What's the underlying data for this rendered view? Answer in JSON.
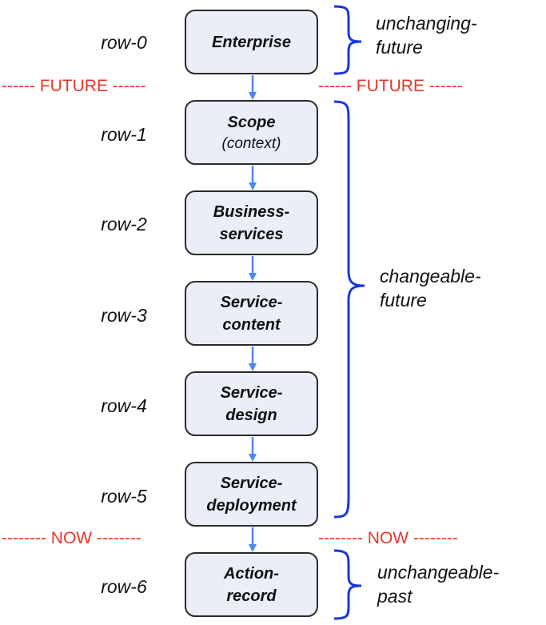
{
  "rows": [
    {
      "label": "row-0",
      "line1": "Enterprise",
      "line2": "",
      "sub": ""
    },
    {
      "label": "row-1",
      "line1": "Scope",
      "line2": "",
      "sub": "(context)"
    },
    {
      "label": "row-2",
      "line1": "Business-",
      "line2": "services",
      "sub": ""
    },
    {
      "label": "row-3",
      "line1": "Service-",
      "line2": "content",
      "sub": ""
    },
    {
      "label": "row-4",
      "line1": "Service-",
      "line2": "design",
      "sub": ""
    },
    {
      "label": "row-5",
      "line1": "Service-",
      "line2": "deployment",
      "sub": ""
    },
    {
      "label": "row-6",
      "line1": "Action-",
      "line2": "record",
      "sub": ""
    }
  ],
  "markers": {
    "future": {
      "left": "------ FUTURE ------",
      "right": "------ FUTURE ------"
    },
    "now": {
      "left": "-------- NOW --------",
      "right": "-------- NOW --------"
    }
  },
  "braces": {
    "top": {
      "line1": "unchanging-",
      "line2": "future"
    },
    "middle": {
      "line1": "changeable-",
      "line2": "future"
    },
    "bottom": {
      "line1": "unchangeable-",
      "line2": "past"
    }
  },
  "colors": {
    "box_fill": "#e9eef7",
    "box_border": "#2b2b2b",
    "arrow": "#4f86f7",
    "brace": "#1a35e0",
    "marker": "#e8352b"
  }
}
